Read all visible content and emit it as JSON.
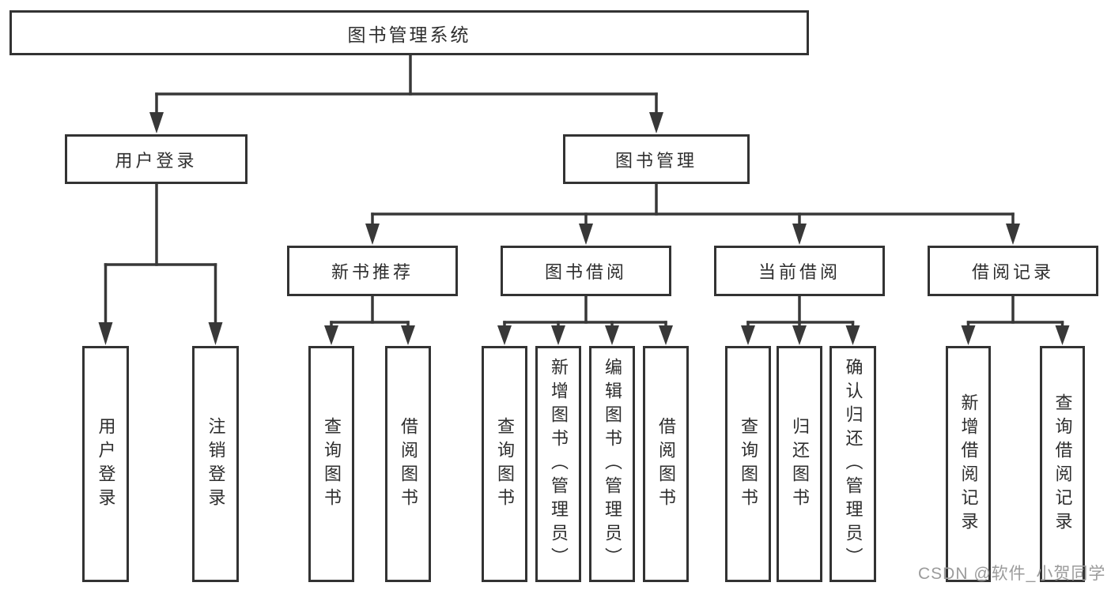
{
  "diagram": {
    "root": {
      "label": "图书管理系统"
    },
    "branches": [
      {
        "label": "用户登录",
        "children": [
          {
            "label": "用户登录"
          },
          {
            "label": "注销登录"
          }
        ]
      },
      {
        "label": "图书管理",
        "children": [
          {
            "label": "新书推荐",
            "children": [
              {
                "label": "查询图书"
              },
              {
                "label": "借阅图书"
              }
            ]
          },
          {
            "label": "图书借阅",
            "children": [
              {
                "label": "查询图书"
              },
              {
                "label": "新增图书（管理员）"
              },
              {
                "label": "编辑图书（管理员）"
              },
              {
                "label": "借阅图书"
              }
            ]
          },
          {
            "label": "当前借阅",
            "children": [
              {
                "label": "查询图书"
              },
              {
                "label": "归还图书"
              },
              {
                "label": "确认归还（管理员）"
              }
            ]
          },
          {
            "label": "借阅记录",
            "children": [
              {
                "label": "新增借阅记录"
              },
              {
                "label": "查询借阅记录"
              }
            ]
          }
        ]
      }
    ]
  },
  "watermark": {
    "text": "CSDN @软件_小贺同学"
  },
  "colors": {
    "line": "#383838",
    "border": "#333333",
    "text": "#2e2e2e",
    "watermark_gray": "#9b9b9b",
    "background": "#ffffff"
  }
}
